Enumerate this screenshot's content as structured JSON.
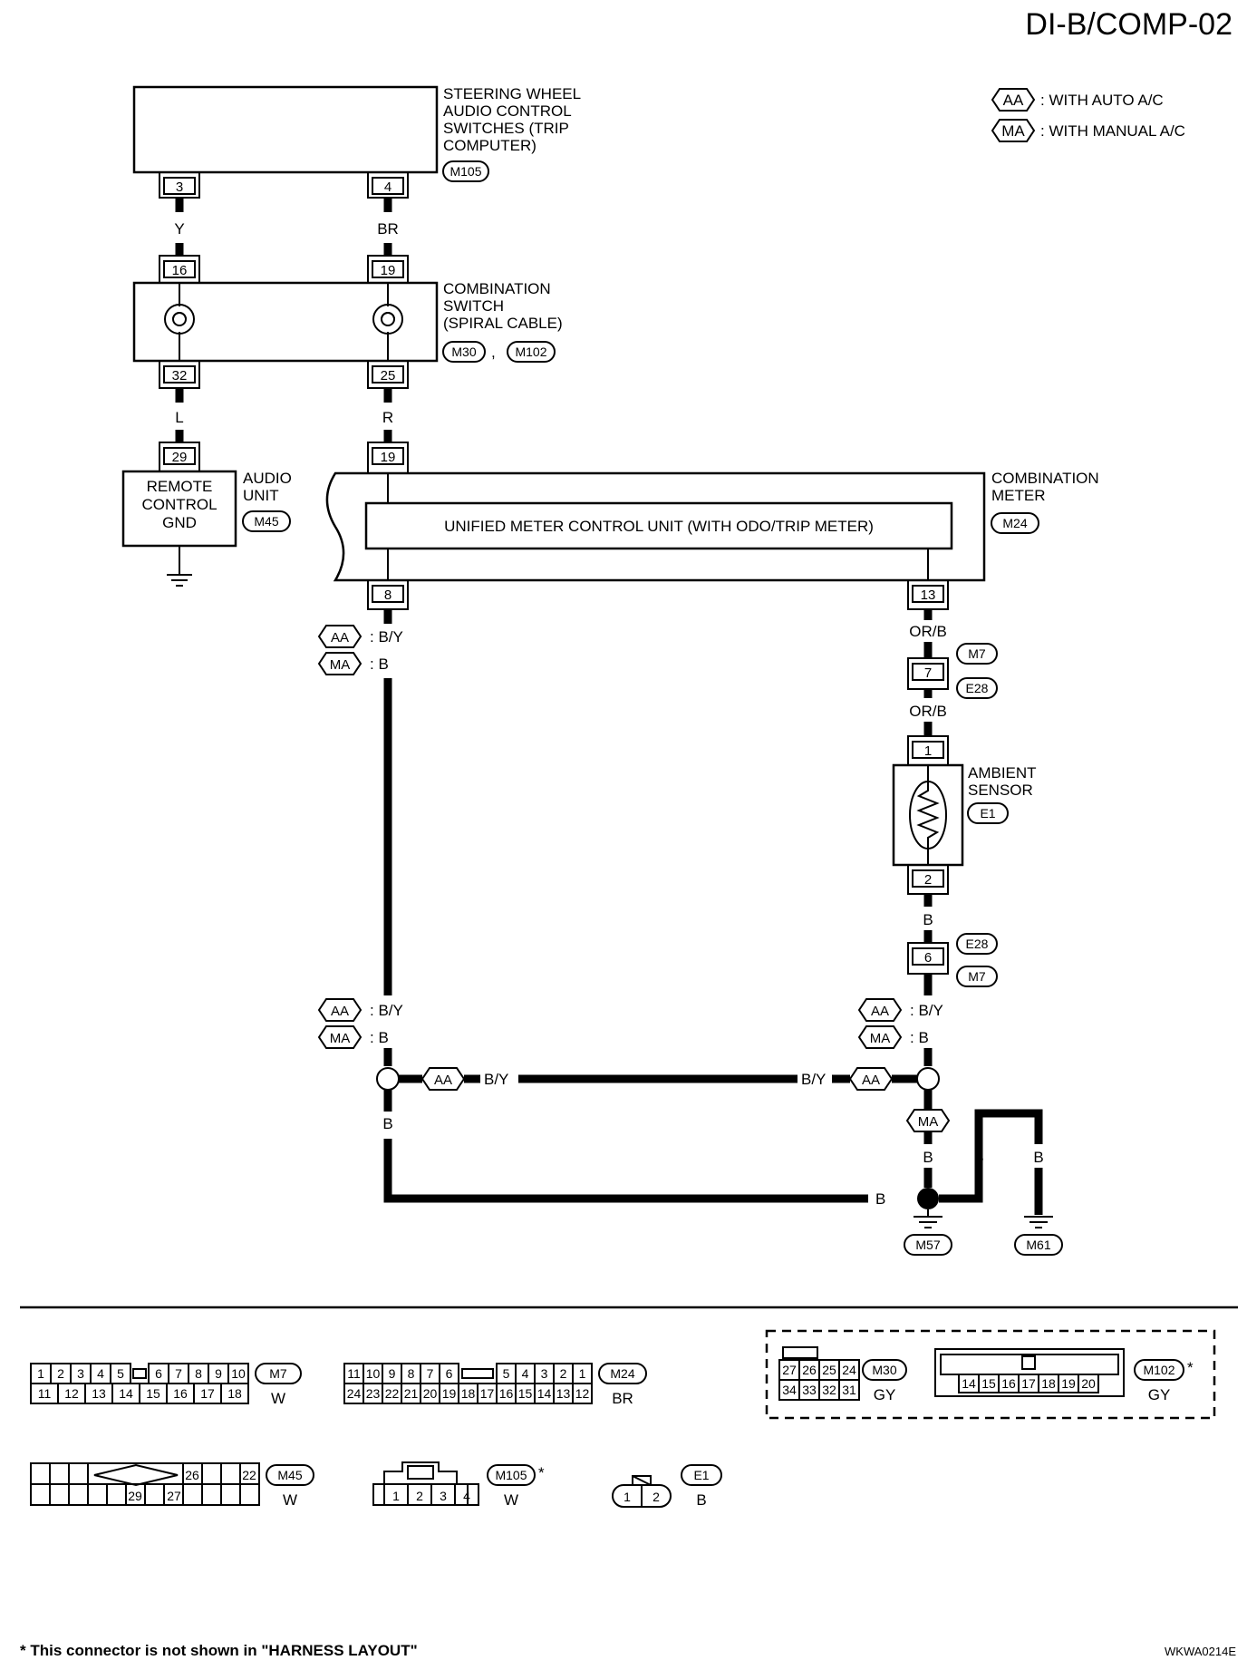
{
  "title": "DI-B/COMP-02",
  "legend": {
    "aa": {
      "tag": "AA",
      "text": ": WITH AUTO A/C"
    },
    "ma": {
      "tag": "MA",
      "text": ": WITH MANUAL A/C"
    }
  },
  "steering": {
    "name_lines": [
      "STEERING WHEEL",
      "AUDIO CONTROL",
      "SWITCHES (TRIP",
      "COMPUTER)"
    ],
    "connector": "M105",
    "pins": [
      "3",
      "4"
    ]
  },
  "wires": {
    "y": "Y",
    "br": "BR",
    "l": "L",
    "r": "R",
    "b_y": ": B/Y",
    "b": ": B",
    "or_b": "OR/B",
    "b_plain": "B",
    "b_y_plain": "B/Y"
  },
  "combination_switch": {
    "name_lines": [
      "COMBINATION",
      "SWITCH",
      "(SPIRAL CABLE)"
    ],
    "connectors": [
      "M30",
      "M102"
    ],
    "pins_top": [
      "16",
      "19"
    ],
    "pins_bottom": [
      "32",
      "25"
    ]
  },
  "audio_unit": {
    "name_lines": [
      "AUDIO",
      "UNIT"
    ],
    "inner_lines": [
      "REMOTE",
      "CONTROL",
      "GND"
    ],
    "connector": "M45",
    "pin": "29"
  },
  "combination_meter": {
    "name_lines": [
      "COMBINATION",
      "METER"
    ],
    "connector": "M24",
    "inner": "UNIFIED METER CONTROL UNIT (WITH ODO/TRIP METER)",
    "pins": [
      "19",
      "8",
      "13"
    ]
  },
  "joint": {
    "connectors": [
      "M7",
      "E28"
    ],
    "pins": [
      "7",
      "6"
    ]
  },
  "ambient_sensor": {
    "name_lines": [
      "AMBIENT",
      "SENSOR"
    ],
    "connector": "E1",
    "pins": [
      "1",
      "2"
    ]
  },
  "grounds": [
    "M57",
    "M61"
  ],
  "conn_m7": {
    "id": "M7",
    "color": "W",
    "top": [
      "1",
      "2",
      "3",
      "4",
      "5",
      "6",
      "7",
      "8",
      "9",
      "10"
    ],
    "bottom": [
      "11",
      "12",
      "13",
      "14",
      "15",
      "16",
      "17",
      "18"
    ]
  },
  "conn_m24": {
    "id": "M24",
    "color": "BR",
    "top": [
      "11",
      "10",
      "9",
      "8",
      "7",
      "6",
      "5",
      "4",
      "3",
      "2",
      "1"
    ],
    "bottom": [
      "24",
      "23",
      "22",
      "21",
      "20",
      "19",
      "18",
      "17",
      "16",
      "15",
      "14",
      "13",
      "12"
    ]
  },
  "conn_m30": {
    "id": "M30",
    "color": "GY",
    "top": [
      "27",
      "26",
      "25",
      "24"
    ],
    "bottom": [
      "34",
      "33",
      "32",
      "31"
    ]
  },
  "conn_m102": {
    "id": "M102",
    "color": "GY",
    "star": "*",
    "pins": [
      "14",
      "15",
      "16",
      "17",
      "18",
      "19",
      "20"
    ]
  },
  "conn_m45": {
    "id": "M45",
    "color": "W",
    "pins": [
      "26",
      "22",
      "29",
      "27"
    ]
  },
  "conn_m105": {
    "id": "M105",
    "color": "W",
    "star": "*",
    "pins": [
      "1",
      "2",
      "3",
      "4"
    ]
  },
  "conn_e1": {
    "id": "E1",
    "color": "B",
    "pins": [
      "1",
      "2"
    ]
  },
  "footnote": "* This connector is not shown in \"HARNESS LAYOUT\"",
  "code": "WKWA0214E"
}
